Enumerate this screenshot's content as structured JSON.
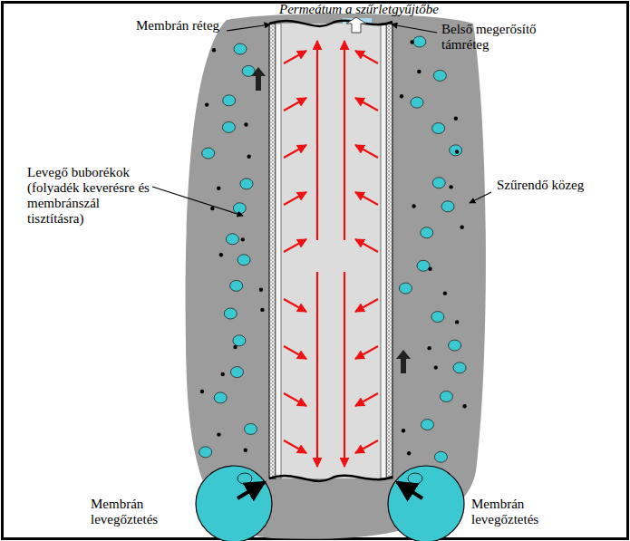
{
  "diagram": {
    "labels": [
      "Permeátum a szűrletgyűjtőbe",
      "Membrán réteg",
      "Belső megerősítő támréteg",
      "Levegő buborékok (folyadék keverésre és membránszál tisztításra)",
      "Szűrendő közeg",
      "Membrán levegőztetés",
      "Membrán levegőztetés"
    ]
  }
}
